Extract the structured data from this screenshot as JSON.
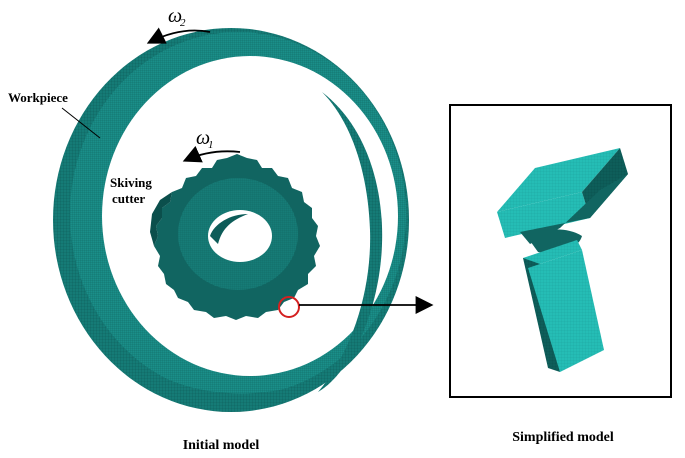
{
  "labels": {
    "workpiece": "Workpiece",
    "skiving_line1": "Skiving",
    "skiving_line2": "cutter",
    "initial_model": "Initial model",
    "simplified_model": "Simplified model",
    "omega2_symbol": "ω",
    "omega2_sub": "2",
    "omega1_symbol": "ω",
    "omega1_sub": "1"
  },
  "colors": {
    "mesh_dark": "#0f6a66",
    "mesh_mid": "#178b86",
    "mesh_light": "#2fb4ad",
    "block_face": "#27c3bb",
    "highlight_circle": "#d42020",
    "frame": "#000000"
  },
  "icons": {
    "rotation_arrow_top": "curved-arrow-left-icon",
    "rotation_arrow_cutter": "curved-arrow-left-icon",
    "zoom_arrow": "arrow-right-icon"
  }
}
